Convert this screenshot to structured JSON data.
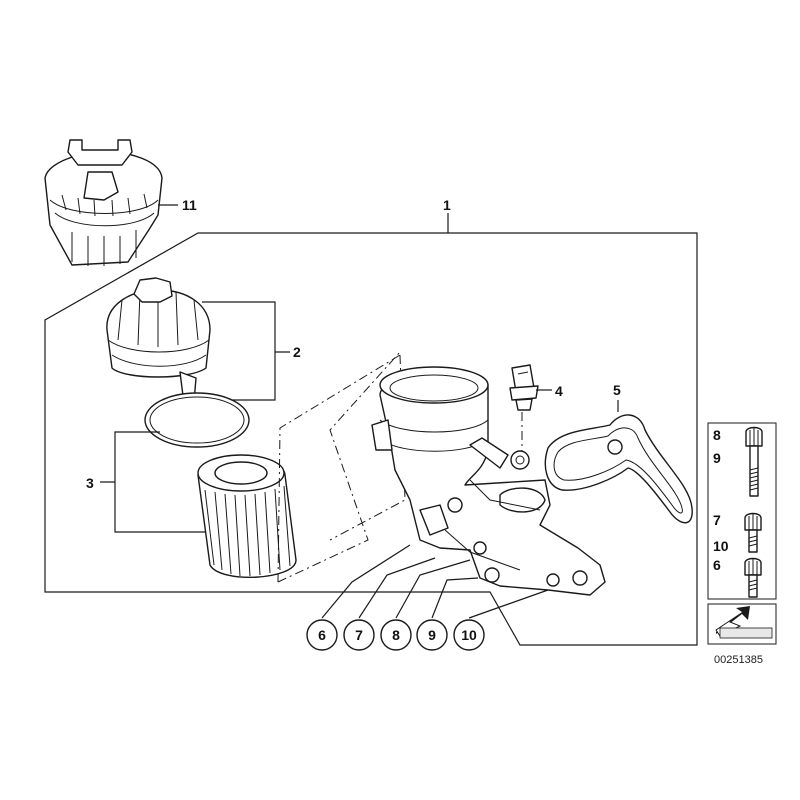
{
  "diagram": {
    "callouts": {
      "p1": "1",
      "p2": "2",
      "p3": "3",
      "p4": "4",
      "p5": "5",
      "p11": "11"
    },
    "circled": [
      "6",
      "7",
      "8",
      "9",
      "10"
    ],
    "side_panel": {
      "a": "8",
      "b": "9",
      "c": "7",
      "d": "10",
      "e": "6"
    },
    "reference_number": "00251385"
  }
}
